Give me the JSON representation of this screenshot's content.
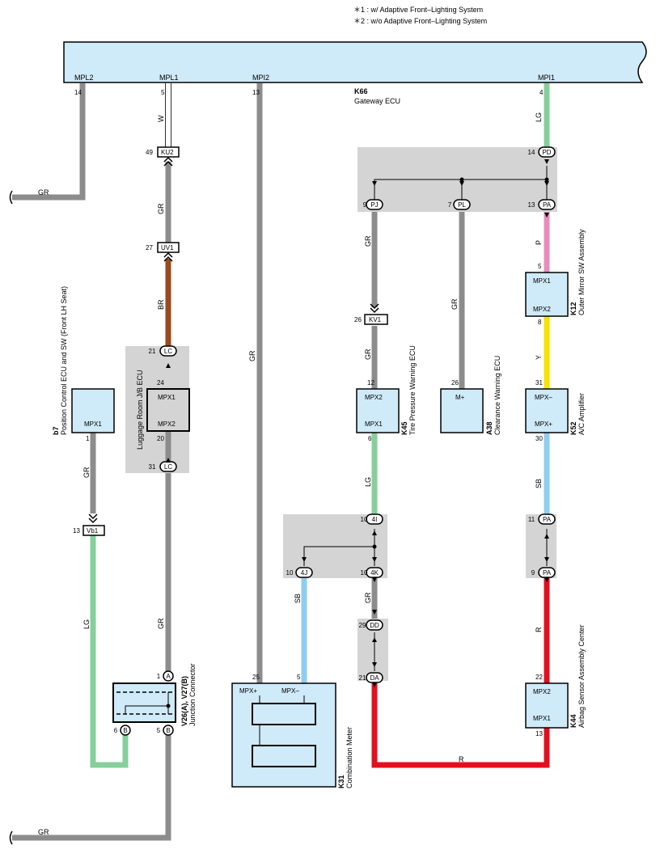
{
  "notes": {
    "n1": "＊1 : w/ Adaptive Front–Lighting System",
    "n2": "＊2 : w/o Adaptive Front–Lighting System"
  },
  "colors": {
    "ecu_fill": "#cfeaf8",
    "jb_fill": "#d4d4d4",
    "GR": "#8c8c8c",
    "W": "#ffffff",
    "BR": "#9b4a1e",
    "LG": "#86cf9a",
    "P": "#e98bbb",
    "Y": "#f8e200",
    "SB": "#8fcdf0",
    "R": "#e30f1e"
  },
  "gateway": {
    "code": "K66",
    "name": "Gateway ECU",
    "pins": {
      "mpl2": "MPL2",
      "mpl1": "MPL1",
      "mpi2": "MPI2",
      "mpi1": "MPI1",
      "mpl2_no": "14",
      "mpl1_no": "5",
      "mpi2_no": "13",
      "mpi1_no": "4"
    }
  },
  "wires": {
    "w_mpl1": "W",
    "gr_left_top": "GR",
    "gr_ku2_uv1": "GR",
    "br": "BR",
    "gr_mpi2": "GR",
    "lg_mpi1": "LG",
    "gr_pj_kv1": "GR",
    "gr_pl": "GR",
    "p_pa": "P",
    "gr_kv1_k45": "GR",
    "y_k12_k52": "Y",
    "gr_b7": "GR",
    "lg_k45": "LG",
    "sb_k52": "SB",
    "sb_4j": "SB",
    "gr_4k_dd": "GR",
    "lg_vb1": "LG",
    "gr_lc_v26": "GR",
    "r_pa_k44": "R",
    "r_bottom": "R",
    "gr_bottom": "GR"
  },
  "connectors": {
    "ku2": {
      "name": "KU2",
      "pin": "49"
    },
    "uv1": {
      "name": "UV1",
      "pin": "27"
    },
    "pd": {
      "name": "PD",
      "pin": "14"
    },
    "pj": {
      "name": "PJ",
      "pin": "9"
    },
    "pl": {
      "name": "PL",
      "pin": "7"
    },
    "pa_top": {
      "name": "PA",
      "pin": "13"
    },
    "kv1": {
      "name": "KV1",
      "pin": "26"
    },
    "lc_top": {
      "name": "LC",
      "pin": "21"
    },
    "lc_bot": {
      "name": "LC",
      "pin": "31"
    },
    "vb1": {
      "name": "Vb1",
      "pin": "13"
    },
    "c4i": {
      "name": "4I",
      "pin": "10"
    },
    "c4j": {
      "name": "4J",
      "pin": "10"
    },
    "c4k": {
      "name": "4K",
      "pin": "10"
    },
    "pa_mid": {
      "name": "PA",
      "pin": "11"
    },
    "pa_low": {
      "name": "PA",
      "pin": "9"
    },
    "dd": {
      "name": "DD",
      "pin": "29"
    },
    "da": {
      "name": "DA",
      "pin": "21"
    },
    "va": {
      "name": "A",
      "pin": "1"
    },
    "vb_l": {
      "name": "B",
      "pin": "6"
    },
    "vb_r": {
      "name": "B",
      "pin": "5"
    }
  },
  "components": {
    "k12": {
      "code": "K12",
      "name": "Outer Mirror SW Assembly",
      "p1": "MPX1",
      "p2": "MPX2",
      "pin_top": "5",
      "pin_bot": "8"
    },
    "k45": {
      "code": "K45",
      "name": "Tire Pressure Warning ECU",
      "p1": "MPX2",
      "p2": "MPX1",
      "pin_top": "12",
      "pin_bot": "6"
    },
    "a38": {
      "code": "A38",
      "name": "Clearance Warning ECU",
      "p1": "M+",
      "pin_top": "26"
    },
    "k52": {
      "code": "K52",
      "name": "A/C Amplifier",
      "p1": "MPX–",
      "p2": "MPX+",
      "pin_top": "31",
      "pin_bot": "30"
    },
    "b7": {
      "code": "b7",
      "name": "Position Control ECU and SW (Front LH Seat)",
      "p1": "MPX1",
      "pin_bot": "1"
    },
    "jb": {
      "name": "Luggage Room J/B ECU",
      "p1": "MPX1",
      "p2": "MPX2",
      "pin_top": "24",
      "pin_bot": "20"
    },
    "k44": {
      "code": "K44",
      "name": "Airbag Sensor Assembly Center",
      "p1": "MPX2",
      "p2": "MPX1",
      "pin_top": "22",
      "pin_bot": "13"
    },
    "k31": {
      "code": "K31",
      "name": "Combination Meter",
      "p1": "MPX+",
      "p2": "MPX–",
      "pin_l": "25",
      "pin_r": "5"
    },
    "v26": {
      "code": "V26(A), V27(B)",
      "name": "Junction Connector"
    }
  }
}
